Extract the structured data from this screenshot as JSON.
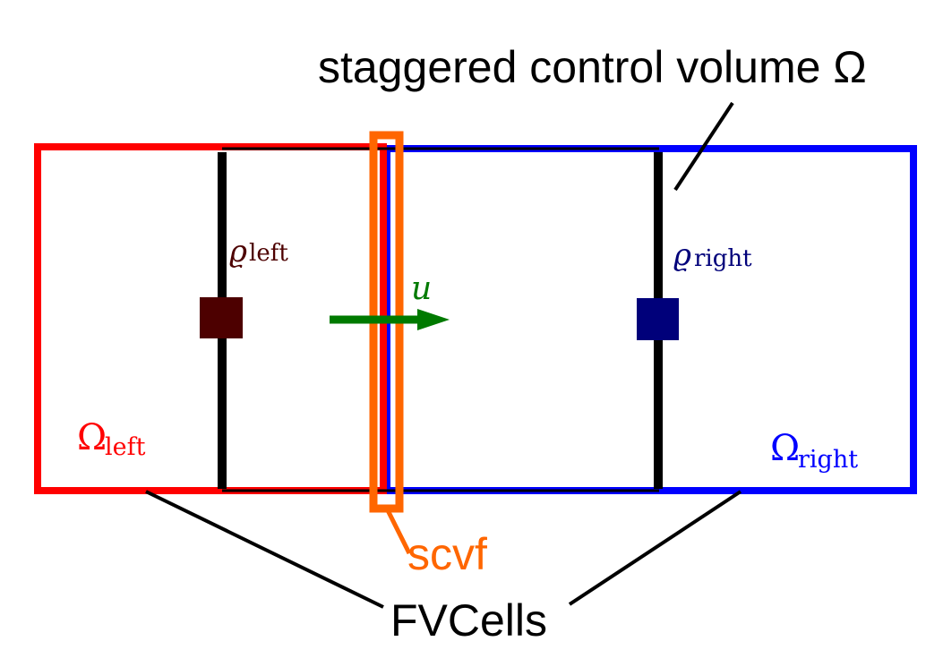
{
  "labels": {
    "title": "staggered control volume Ω",
    "rho_left_base": "ϱ",
    "rho_left_sub": "left",
    "rho_right_base": "ϱ",
    "rho_right_sub": "right",
    "velocity": "u",
    "omega_left_base": "Ω",
    "omega_left_sub": "left",
    "omega_right_base": "Ω",
    "omega_right_sub": "right",
    "scvf": "scvf",
    "fvcells": "FVCells"
  },
  "colors": {
    "left_cell": "#ff0000",
    "right_cell": "#0000ff",
    "scvf": "#ff6600",
    "velocity": "#007a00",
    "rho_left": "#4d0000",
    "rho_right": "#00007a",
    "lines": "#000000"
  }
}
